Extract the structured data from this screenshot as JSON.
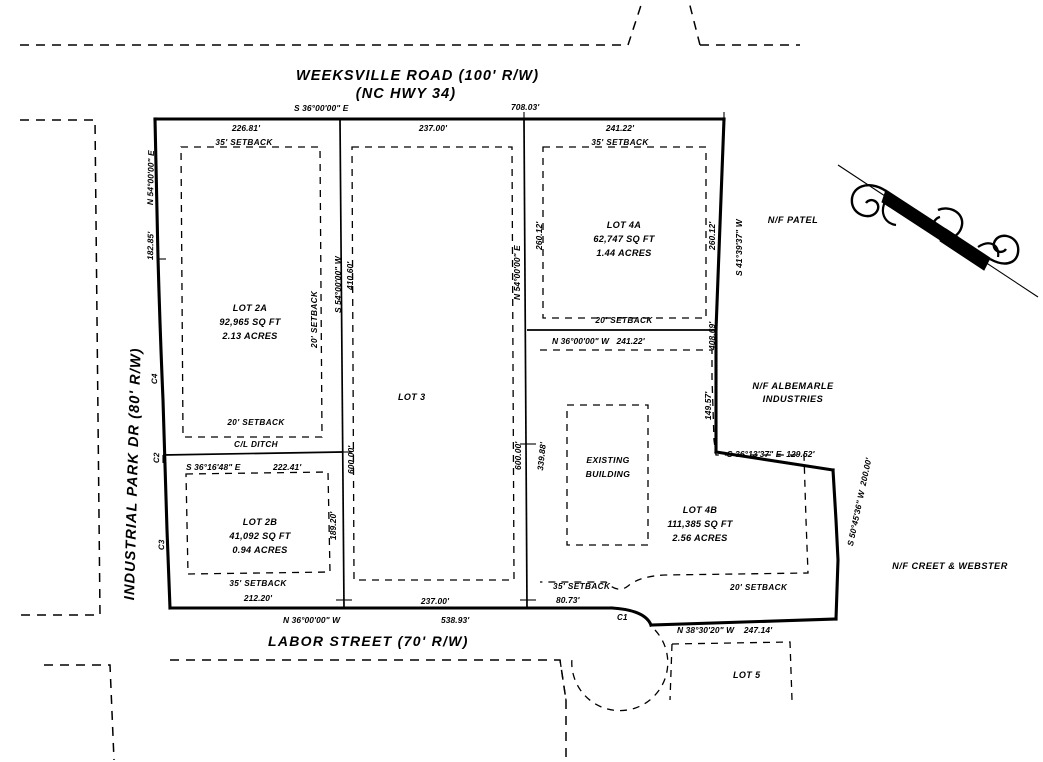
{
  "drawing": {
    "type": "survey-plat",
    "ink_color": "#000000",
    "paper_color": "#ffffff"
  },
  "roads": {
    "top": {
      "name": "WEEKSVILLE ROAD (100' R/W)",
      "sub": "(NC HWY 34)"
    },
    "left": {
      "name": "INDUSTRIAL PARK DR (80' R/W)"
    },
    "bottom": {
      "name": "LABOR STREET (70' R/W)"
    }
  },
  "lots": [
    {
      "id": "lot-2a",
      "name": "LOT 2A",
      "area_sqft": "92,965 SQ FT",
      "area_acres": "2.13 ACRES"
    },
    {
      "id": "lot-2b",
      "name": "LOT 2B",
      "area_sqft": "41,092 SQ FT",
      "area_acres": "0.94 ACRES"
    },
    {
      "id": "lot-3",
      "name": "LOT 3",
      "area_sqft": "",
      "area_acres": ""
    },
    {
      "id": "lot-4a",
      "name": "LOT 4A",
      "area_sqft": "62,747 SQ FT",
      "area_acres": "1.44 ACRES"
    },
    {
      "id": "lot-4b",
      "name": "LOT 4B",
      "area_sqft": "111,385 SQ FT",
      "area_acres": "2.56 ACRES"
    },
    {
      "id": "lot-5",
      "name": "LOT 5",
      "area_sqft": "",
      "area_acres": ""
    }
  ],
  "bearings": {
    "top_main": "S 36°00'00\" E",
    "top_right_len": "708.03'",
    "left_road": "N 54°00'00\" E",
    "left_road_len": "182.85'",
    "lot2a_top_len": "226.81'",
    "lot3_top_len": "237.00'",
    "lot4a_top_len": "241.22'",
    "lot2a_east": "S 54°00'00\" W",
    "lot2a_east_len": "410.60'",
    "lot2b_north": "S 36°16'48\" E",
    "lot2b_north_len": "222.41'",
    "lot2b_south_len": "212.20'",
    "lot2b_east_len": "189.20'",
    "lot3_east": "N 54°00'00\" E",
    "lot3_west_len": "600.00'",
    "lot3_east_len": "600.00'",
    "lot4a_west_len": "260.12'",
    "lot4a_east_len": "260.12'",
    "lot4a_east_bearing": "S 41°39'37\" W",
    "lot4b_north": "N 36°00'00\" W   241.22'",
    "lot4b_east_upper_len": "408.69'",
    "lot4b_jog_len": "149.57'",
    "lot4b_jog_bearing": "S 36°13'37\" E  129.52'",
    "lot4b_east": "S 50°45'36\" W  200.00'",
    "lot4b_west_len": "339.88'",
    "bottom_main": "N 36°00'00\" W",
    "bottom_main_len": "538.93'",
    "bottom_lot3_len": "237.00'",
    "bottom_lot4b_len": "80.73'",
    "bottom_right": "N 38°30'20\" W    247.14'"
  },
  "setbacks": {
    "front_35": "35' SETBACK",
    "rear_20": "20' SETBACK",
    "side_20": "20' SETBACK",
    "lot2b_rear": "35' SETBACK",
    "lot4a_rear": "20' SETBACK",
    "lot4b_rear": "20' SETBACK",
    "lot4b_front": "35' SETBACK"
  },
  "features": {
    "ditch": "C/L DITCH",
    "building": "EXISTING\nBUILDING",
    "building_line1": "EXISTING",
    "building_line2": "BUILDING"
  },
  "curves": [
    {
      "id": "curve-c1",
      "label": "C1"
    },
    {
      "id": "curve-c2",
      "label": "C2"
    },
    {
      "id": "curve-c3",
      "label": "C3"
    },
    {
      "id": "curve-c4",
      "label": "C4"
    }
  ],
  "adjoiners": [
    {
      "id": "adjoiner-patel",
      "label": "N/F PATEL"
    },
    {
      "id": "adjoiner-albemarle",
      "line1": "N/F ALBEMARLE",
      "line2": "INDUSTRIES"
    },
    {
      "id": "adjoiner-creet-webster",
      "label": "N/F CREET & WEBSTER"
    }
  ]
}
